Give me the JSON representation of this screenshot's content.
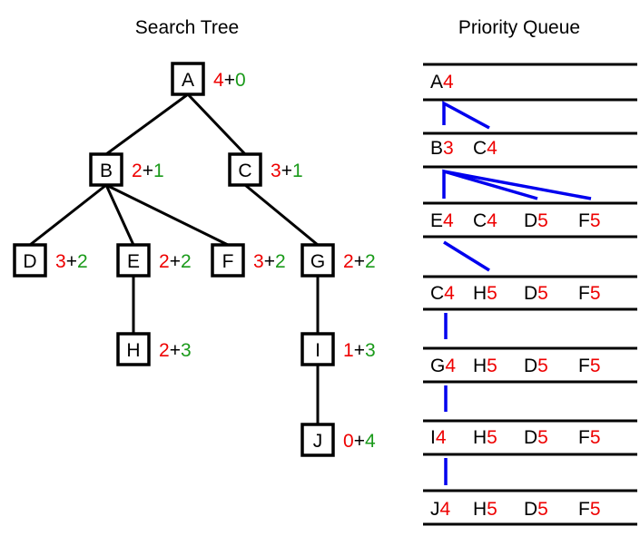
{
  "tree_title": "Search Tree",
  "queue_title": "Priority Queue",
  "colors": {
    "h_value": "#ee0000",
    "g_value": "#1a9a1a",
    "queue_link": "#0000ee"
  },
  "nodes": [
    {
      "id": "A",
      "h": "4",
      "g": "0"
    },
    {
      "id": "B",
      "h": "2",
      "g": "1"
    },
    {
      "id": "C",
      "h": "3",
      "g": "1"
    },
    {
      "id": "D",
      "h": "3",
      "g": "2"
    },
    {
      "id": "E",
      "h": "2",
      "g": "2"
    },
    {
      "id": "F",
      "h": "3",
      "g": "2"
    },
    {
      "id": "G",
      "h": "2",
      "g": "2"
    },
    {
      "id": "H",
      "h": "2",
      "g": "3"
    },
    {
      "id": "I",
      "h": "1",
      "g": "3"
    },
    {
      "id": "J",
      "h": "0",
      "g": "4"
    }
  ],
  "edges": [
    [
      "A",
      "B"
    ],
    [
      "A",
      "C"
    ],
    [
      "B",
      "D"
    ],
    [
      "B",
      "E"
    ],
    [
      "B",
      "F"
    ],
    [
      "C",
      "G"
    ],
    [
      "E",
      "H"
    ],
    [
      "G",
      "I"
    ],
    [
      "I",
      "J"
    ]
  ],
  "queue_rows": [
    [
      {
        "node": "A",
        "val": "4"
      }
    ],
    [
      {
        "node": "B",
        "val": "3"
      },
      {
        "node": "C",
        "val": "4"
      }
    ],
    [
      {
        "node": "E",
        "val": "4"
      },
      {
        "node": "C",
        "val": "4"
      },
      {
        "node": "D",
        "val": "5"
      },
      {
        "node": "F",
        "val": "5"
      }
    ],
    [
      {
        "node": "C",
        "val": "4"
      },
      {
        "node": "H",
        "val": "5"
      },
      {
        "node": "D",
        "val": "5"
      },
      {
        "node": "F",
        "val": "5"
      }
    ],
    [
      {
        "node": "G",
        "val": "4"
      },
      {
        "node": "H",
        "val": "5"
      },
      {
        "node": "D",
        "val": "5"
      },
      {
        "node": "F",
        "val": "5"
      }
    ],
    [
      {
        "node": "I",
        "val": "4"
      },
      {
        "node": "H",
        "val": "5"
      },
      {
        "node": "D",
        "val": "5"
      },
      {
        "node": "F",
        "val": "5"
      }
    ],
    [
      {
        "node": "J",
        "val": "4"
      },
      {
        "node": "H",
        "val": "5"
      },
      {
        "node": "D",
        "val": "5"
      },
      {
        "node": "F",
        "val": "5"
      }
    ]
  ]
}
